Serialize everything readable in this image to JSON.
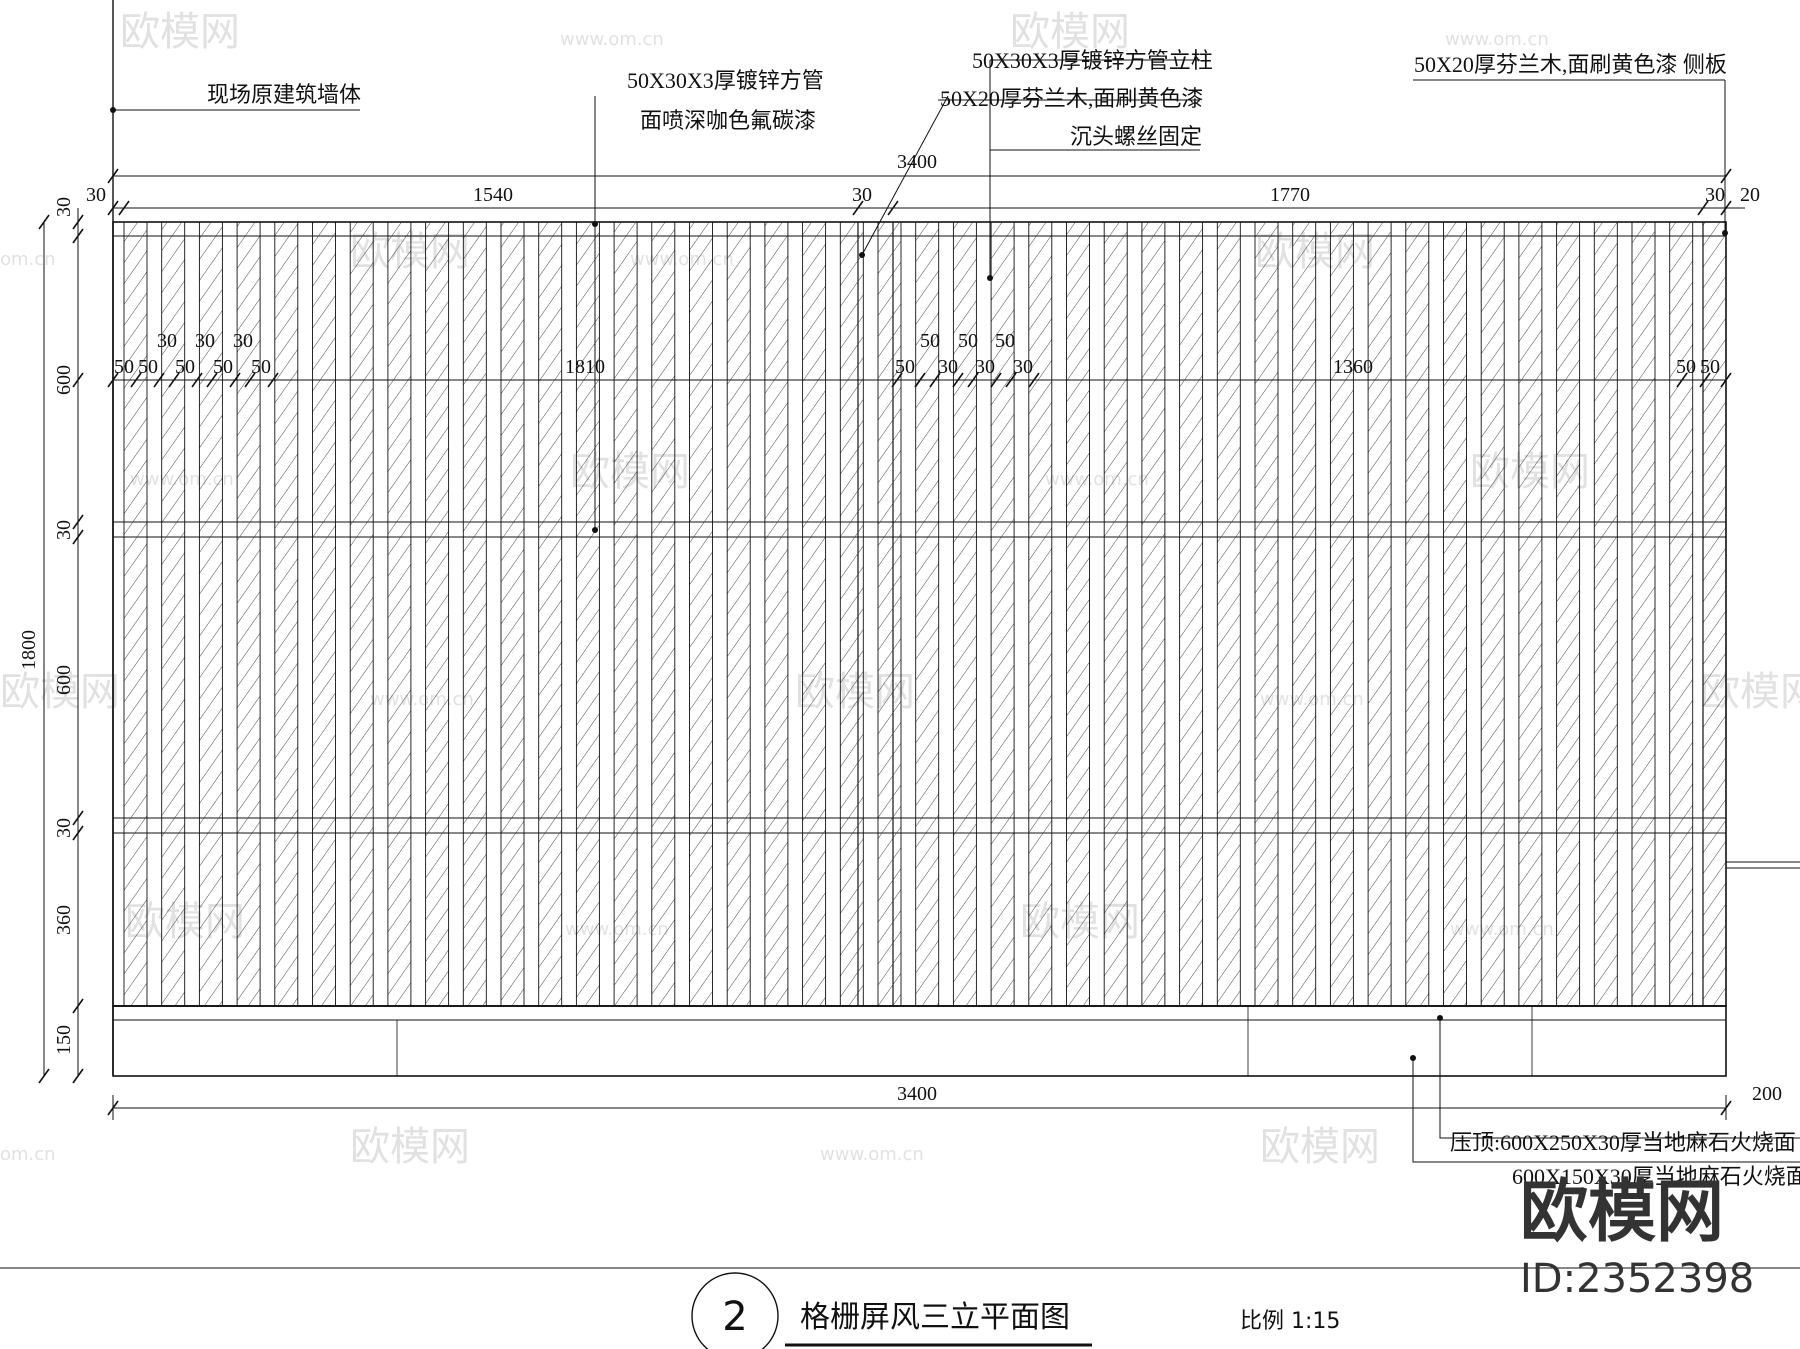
{
  "drawing": {
    "title_number": "2",
    "title": "格栅屏风三立平面图",
    "scale_label": "比例 1:15"
  },
  "annotations": {
    "wall": "现场原建筑墙体",
    "tube_line1": "50X30X3厚镀锌方管",
    "tube_line2": "面喷深咖色氟碳漆",
    "post_line1": "50X30X3厚镀锌方管立柱",
    "post_line2": "50X20厚芬兰木,面刷黄色漆",
    "post_line3": "沉头螺丝固定",
    "side_board": "50X20厚芬兰木,面刷黄色漆 侧板",
    "coping_line1": "压顶:600X250X30厚当地麻石火烧面",
    "coping_line2": "600X150X30厚当地麻石火烧面"
  },
  "dimensions": {
    "top_total": "3400",
    "top_left_edge": "30",
    "top_left_span": "1540",
    "top_mid": "30",
    "top_right_span": "1770",
    "top_right_edge": "30",
    "top_right_outer": "20",
    "row_small": [
      "30",
      "30",
      "30"
    ],
    "row_left": [
      "50",
      "50",
      "50",
      "50",
      "50"
    ],
    "row_left_span": "1810",
    "row_mid_upper": [
      "50",
      "50",
      "50"
    ],
    "row_mid_lower": [
      "50",
      "30",
      "30",
      "30"
    ],
    "row_right_span": "1360",
    "row_right": [
      "50",
      "50"
    ],
    "left_total": "1800",
    "left_segments": [
      "30",
      "600",
      "30",
      "600",
      "30",
      "360",
      "150"
    ],
    "bottom_total": "3400",
    "bottom_right": "200"
  },
  "watermark": {
    "brand": "欧模网",
    "site": "www.om.cn",
    "site_short": "om.cn",
    "id": "ID:2352398"
  }
}
